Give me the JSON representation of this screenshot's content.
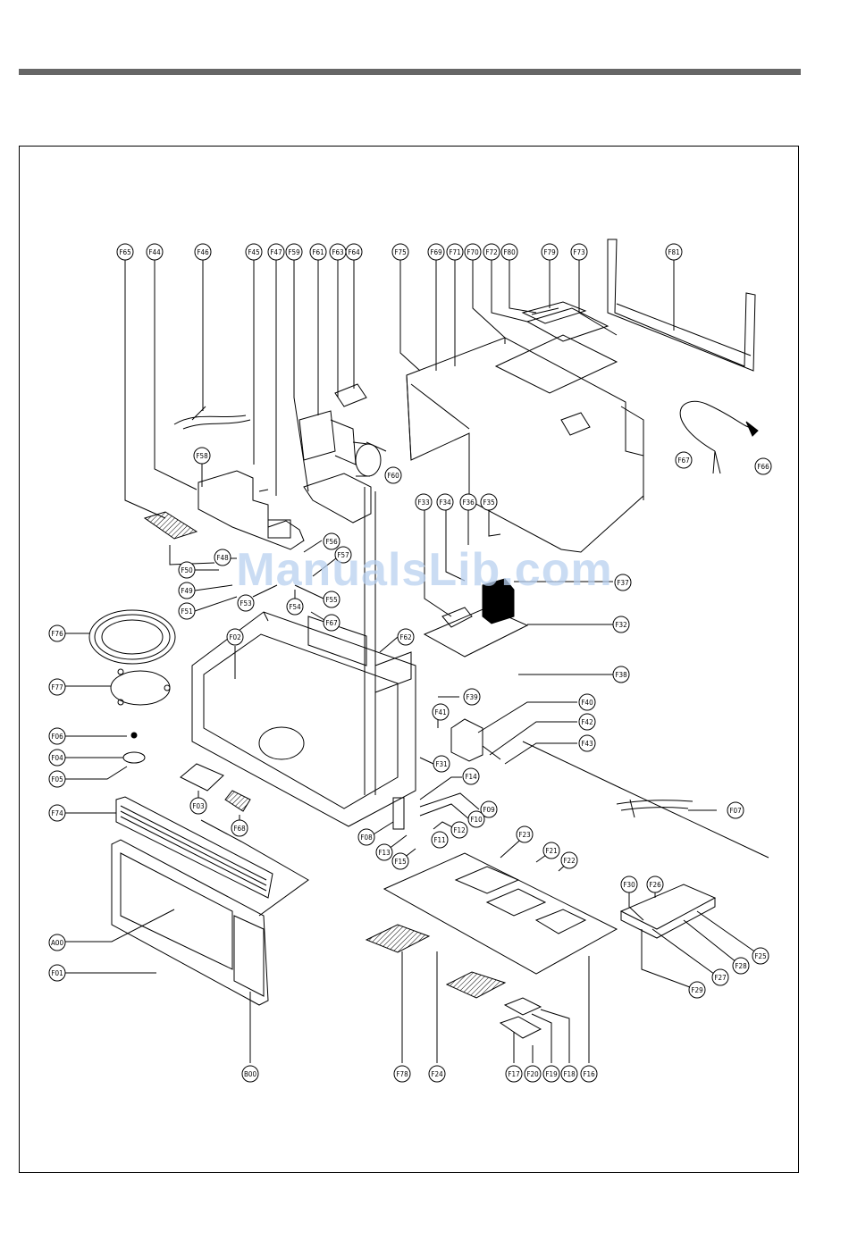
{
  "document": {
    "type": "exploded parts diagram",
    "subject": "over-the-range microwave oven",
    "watermark": "ManualsLib.com"
  },
  "callouts": [
    {
      "id": "F65"
    },
    {
      "id": "F44"
    },
    {
      "id": "F46"
    },
    {
      "id": "F45"
    },
    {
      "id": "F47"
    },
    {
      "id": "F59"
    },
    {
      "id": "F61"
    },
    {
      "id": "F63"
    },
    {
      "id": "F64"
    },
    {
      "id": "F75"
    },
    {
      "id": "F69"
    },
    {
      "id": "F71"
    },
    {
      "id": "F70"
    },
    {
      "id": "F72"
    },
    {
      "id": "F80"
    },
    {
      "id": "F79"
    },
    {
      "id": "F73"
    },
    {
      "id": "F81"
    },
    {
      "id": "F58"
    },
    {
      "id": "F60"
    },
    {
      "id": "F67"
    },
    {
      "id": "F66"
    },
    {
      "id": "F33"
    },
    {
      "id": "F34"
    },
    {
      "id": "F36"
    },
    {
      "id": "F35"
    },
    {
      "id": "F37"
    },
    {
      "id": "F56"
    },
    {
      "id": "F48"
    },
    {
      "id": "F57"
    },
    {
      "id": "F50"
    },
    {
      "id": "F49"
    },
    {
      "id": "F53"
    },
    {
      "id": "F55"
    },
    {
      "id": "F51"
    },
    {
      "id": "F54"
    },
    {
      "id": "F67"
    },
    {
      "id": "F76"
    },
    {
      "id": "F02"
    },
    {
      "id": "F62"
    },
    {
      "id": "F32"
    },
    {
      "id": "F38"
    },
    {
      "id": "F77"
    },
    {
      "id": "F39"
    },
    {
      "id": "F41"
    },
    {
      "id": "F40"
    },
    {
      "id": "F42"
    },
    {
      "id": "F43"
    },
    {
      "id": "F06"
    },
    {
      "id": "F04"
    },
    {
      "id": "F31"
    },
    {
      "id": "F05"
    },
    {
      "id": "F14"
    },
    {
      "id": "F09"
    },
    {
      "id": "F03"
    },
    {
      "id": "F74"
    },
    {
      "id": "F10"
    },
    {
      "id": "F12"
    },
    {
      "id": "F68"
    },
    {
      "id": "F11"
    },
    {
      "id": "F08"
    },
    {
      "id": "F13"
    },
    {
      "id": "F15"
    },
    {
      "id": "F07"
    },
    {
      "id": "F23"
    },
    {
      "id": "F21"
    },
    {
      "id": "F22"
    },
    {
      "id": "F30"
    },
    {
      "id": "F26"
    },
    {
      "id": "A00"
    },
    {
      "id": "F25"
    },
    {
      "id": "F28"
    },
    {
      "id": "F27"
    },
    {
      "id": "F01"
    },
    {
      "id": "F29"
    },
    {
      "id": "B00"
    },
    {
      "id": "F78"
    },
    {
      "id": "F24"
    },
    {
      "id": "F17"
    },
    {
      "id": "F20"
    },
    {
      "id": "F19"
    },
    {
      "id": "F18"
    },
    {
      "id": "F16"
    }
  ]
}
